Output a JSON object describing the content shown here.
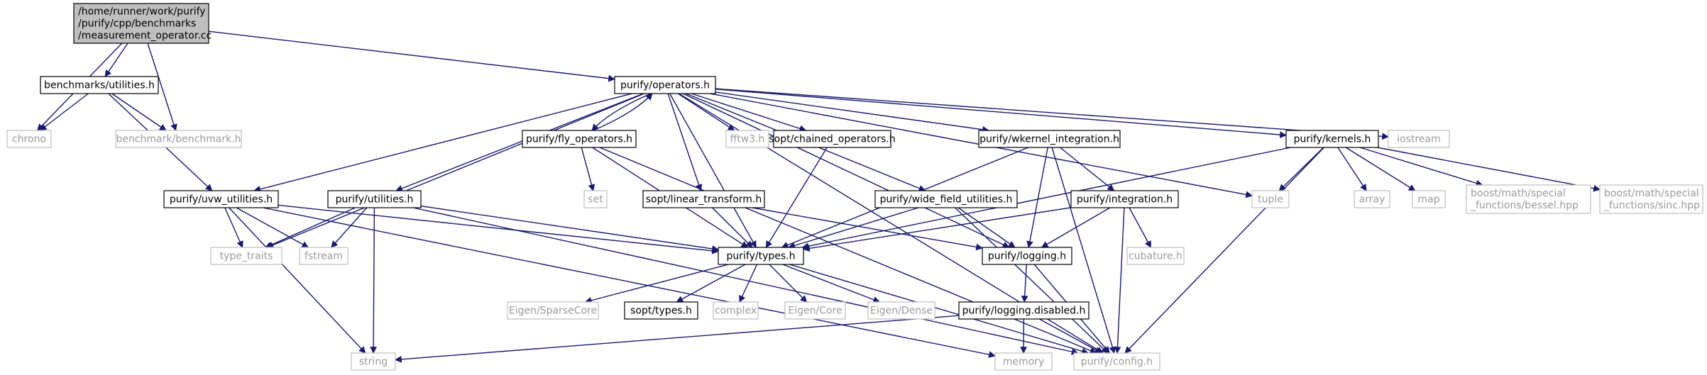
{
  "graph": {
    "nodes": [
      {
        "id": "root",
        "lines": [
          "/home/runner/work/purify",
          "/purify/cpp/benchmarks",
          "/measurement_operator.cc"
        ],
        "kind": "root"
      },
      {
        "id": "chrono",
        "lines": [
          "chrono"
        ],
        "kind": "external"
      },
      {
        "id": "bench_utils",
        "lines": [
          "benchmarks/utilities.h"
        ],
        "kind": "internal"
      },
      {
        "id": "benchmark",
        "lines": [
          "benchmark/benchmark.h"
        ],
        "kind": "external"
      },
      {
        "id": "operators",
        "lines": [
          "purify/operators.h"
        ],
        "kind": "internal"
      },
      {
        "id": "uvw_utils",
        "lines": [
          "purify/uvw_utilities.h"
        ],
        "kind": "internal"
      },
      {
        "id": "utilities",
        "lines": [
          "purify/utilities.h"
        ],
        "kind": "internal"
      },
      {
        "id": "fly_ops",
        "lines": [
          "purify/fly_operators.h"
        ],
        "kind": "internal"
      },
      {
        "id": "fftw3",
        "lines": [
          "fftw3.h"
        ],
        "kind": "external"
      },
      {
        "id": "chained",
        "lines": [
          "sopt/chained_operators.h"
        ],
        "kind": "internal"
      },
      {
        "id": "wkernel",
        "lines": [
          "purify/wkernel_integration.h"
        ],
        "kind": "internal"
      },
      {
        "id": "iostream",
        "lines": [
          "iostream"
        ],
        "kind": "external"
      },
      {
        "id": "kernels",
        "lines": [
          "purify/kernels.h"
        ],
        "kind": "internal"
      },
      {
        "id": "set",
        "lines": [
          "set"
        ],
        "kind": "external"
      },
      {
        "id": "linear",
        "lines": [
          "sopt/linear_transform.h"
        ],
        "kind": "internal"
      },
      {
        "id": "widefield",
        "lines": [
          "purify/wide_field_utilities.h"
        ],
        "kind": "internal"
      },
      {
        "id": "integration",
        "lines": [
          "purify/integration.h"
        ],
        "kind": "internal"
      },
      {
        "id": "tuple",
        "lines": [
          "tuple"
        ],
        "kind": "external"
      },
      {
        "id": "array",
        "lines": [
          "array"
        ],
        "kind": "external"
      },
      {
        "id": "map",
        "lines": [
          "map"
        ],
        "kind": "external"
      },
      {
        "id": "bessel",
        "lines": [
          "boost/math/special",
          "_functions/bessel.hpp"
        ],
        "kind": "external"
      },
      {
        "id": "sinc",
        "lines": [
          "boost/math/special",
          "_functions/sinc.hpp"
        ],
        "kind": "external"
      },
      {
        "id": "type_traits",
        "lines": [
          "type_traits"
        ],
        "kind": "external"
      },
      {
        "id": "fstream",
        "lines": [
          "fstream"
        ],
        "kind": "external"
      },
      {
        "id": "types",
        "lines": [
          "purify/types.h"
        ],
        "kind": "internal"
      },
      {
        "id": "logging",
        "lines": [
          "purify/logging.h"
        ],
        "kind": "internal"
      },
      {
        "id": "cubature",
        "lines": [
          "cubature.h"
        ],
        "kind": "external"
      },
      {
        "id": "eigen_sparse",
        "lines": [
          "Eigen/SparseCore"
        ],
        "kind": "external"
      },
      {
        "id": "sopt_types",
        "lines": [
          "sopt/types.h"
        ],
        "kind": "internal"
      },
      {
        "id": "complex",
        "lines": [
          "complex"
        ],
        "kind": "external"
      },
      {
        "id": "eigen_core",
        "lines": [
          "Eigen/Core"
        ],
        "kind": "external"
      },
      {
        "id": "eigen_dense",
        "lines": [
          "Eigen/Dense"
        ],
        "kind": "external"
      },
      {
        "id": "logging_disabled",
        "lines": [
          "purify/logging.disabled.h"
        ],
        "kind": "internal"
      },
      {
        "id": "string",
        "lines": [
          "string"
        ],
        "kind": "external"
      },
      {
        "id": "memory",
        "lines": [
          "memory"
        ],
        "kind": "external"
      },
      {
        "id": "config",
        "lines": [
          "purify/config.h"
        ],
        "kind": "external"
      }
    ],
    "edges": [
      [
        "root",
        "chrono"
      ],
      [
        "root",
        "bench_utils"
      ],
      [
        "root",
        "benchmark"
      ],
      [
        "root",
        "operators"
      ],
      [
        "bench_utils",
        "chrono"
      ],
      [
        "bench_utils",
        "benchmark"
      ],
      [
        "bench_utils",
        "uvw_utils"
      ],
      [
        "operators",
        "uvw_utils"
      ],
      [
        "operators",
        "utilities"
      ],
      [
        "operators",
        "fly_ops"
      ],
      [
        "operators",
        "fftw3"
      ],
      [
        "operators",
        "chained"
      ],
      [
        "operators",
        "wkernel"
      ],
      [
        "operators",
        "iostream"
      ],
      [
        "operators",
        "kernels"
      ],
      [
        "operators",
        "linear"
      ],
      [
        "operators",
        "widefield"
      ],
      [
        "operators",
        "tuple"
      ],
      [
        "operators",
        "type_traits"
      ],
      [
        "operators",
        "types"
      ],
      [
        "operators",
        "logging"
      ],
      [
        "operators",
        "config"
      ],
      [
        "fly_ops",
        "operators"
      ],
      [
        "fly_ops",
        "set"
      ],
      [
        "fly_ops",
        "types"
      ],
      [
        "fly_ops",
        "config"
      ],
      [
        "chained",
        "types"
      ],
      [
        "wkernel",
        "types"
      ],
      [
        "wkernel",
        "logging"
      ],
      [
        "wkernel",
        "integration"
      ],
      [
        "wkernel",
        "config"
      ],
      [
        "kernels",
        "tuple"
      ],
      [
        "kernels",
        "array"
      ],
      [
        "kernels",
        "map"
      ],
      [
        "kernels",
        "bessel"
      ],
      [
        "kernels",
        "sinc"
      ],
      [
        "kernels",
        "types"
      ],
      [
        "kernels",
        "config"
      ],
      [
        "linear",
        "types"
      ],
      [
        "linear",
        "logging"
      ],
      [
        "widefield",
        "types"
      ],
      [
        "widefield",
        "logging"
      ],
      [
        "widefield",
        "config"
      ],
      [
        "integration",
        "types"
      ],
      [
        "integration",
        "logging"
      ],
      [
        "integration",
        "cubature"
      ],
      [
        "integration",
        "config"
      ],
      [
        "uvw_utils",
        "type_traits"
      ],
      [
        "uvw_utils",
        "fstream"
      ],
      [
        "uvw_utils",
        "types"
      ],
      [
        "uvw_utils",
        "string"
      ],
      [
        "uvw_utils",
        "memory"
      ],
      [
        "utilities",
        "type_traits"
      ],
      [
        "utilities",
        "fstream"
      ],
      [
        "utilities",
        "types"
      ],
      [
        "utilities",
        "string"
      ],
      [
        "utilities",
        "config"
      ],
      [
        "types",
        "eigen_sparse"
      ],
      [
        "types",
        "sopt_types"
      ],
      [
        "types",
        "complex"
      ],
      [
        "types",
        "eigen_core"
      ],
      [
        "types",
        "eigen_dense"
      ],
      [
        "types",
        "config"
      ],
      [
        "logging",
        "logging_disabled"
      ],
      [
        "logging",
        "config"
      ],
      [
        "logging_disabled",
        "string"
      ],
      [
        "logging_disabled",
        "memory"
      ],
      [
        "logging_disabled",
        "config"
      ]
    ]
  }
}
